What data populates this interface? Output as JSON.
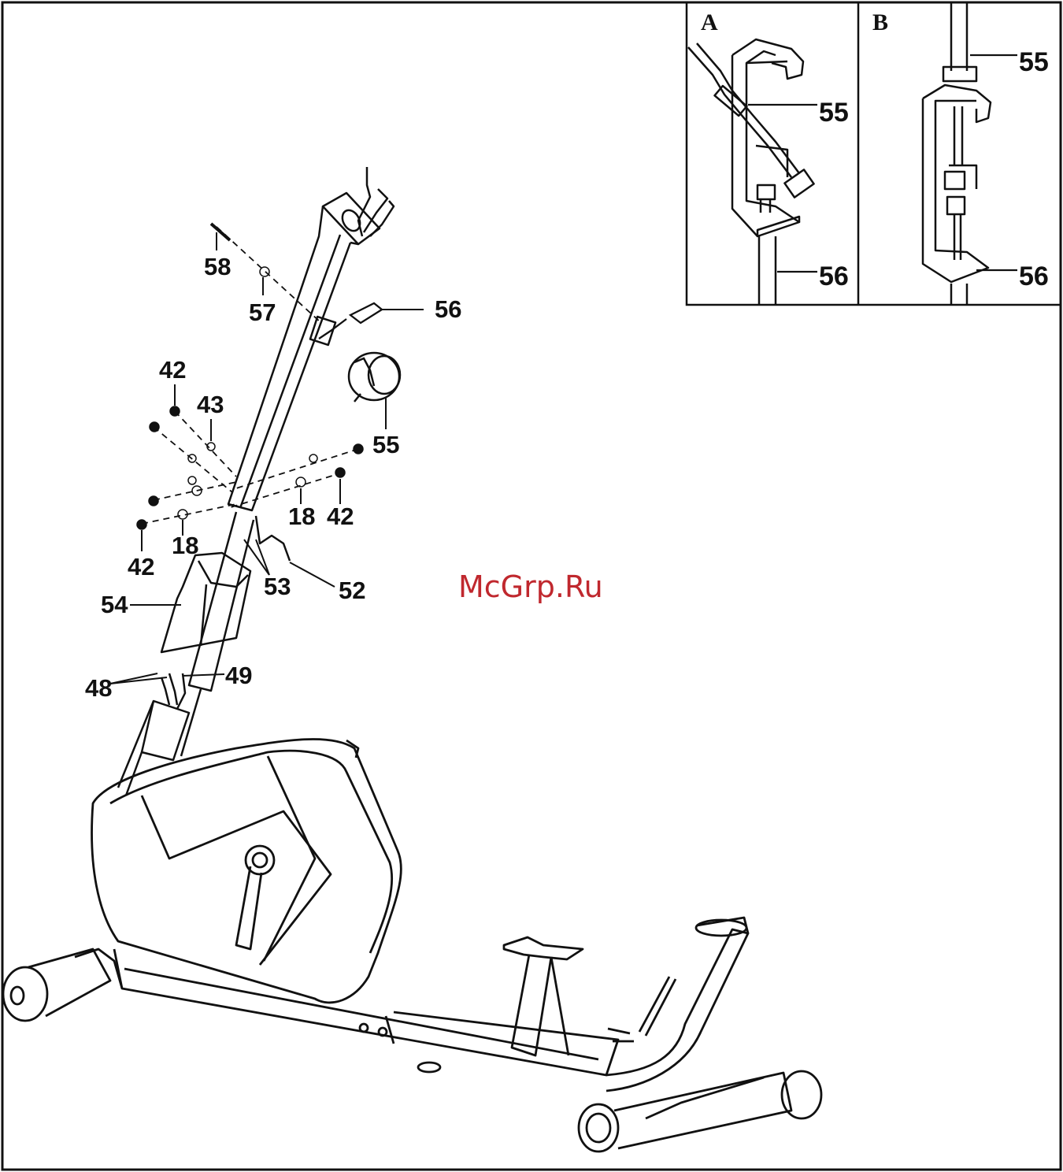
{
  "callouts": {
    "p58": "58",
    "p57": "57",
    "p56": "56",
    "p42a": "42",
    "p43": "43",
    "p55": "55",
    "p18a": "18",
    "p42b": "42",
    "p42c": "42",
    "p18b": "18",
    "p53": "53",
    "p52": "52",
    "p54": "54",
    "p48": "48",
    "p49": "49"
  },
  "inset_a": {
    "title": "A",
    "label_55": "55",
    "label_56": "56"
  },
  "inset_b": {
    "title": "B",
    "label_55": "55",
    "label_56": "56"
  },
  "watermark": "McGrp.Ru",
  "colors": {
    "line": "#111111",
    "watermark": "#c0282e",
    "background": "#ffffff"
  }
}
